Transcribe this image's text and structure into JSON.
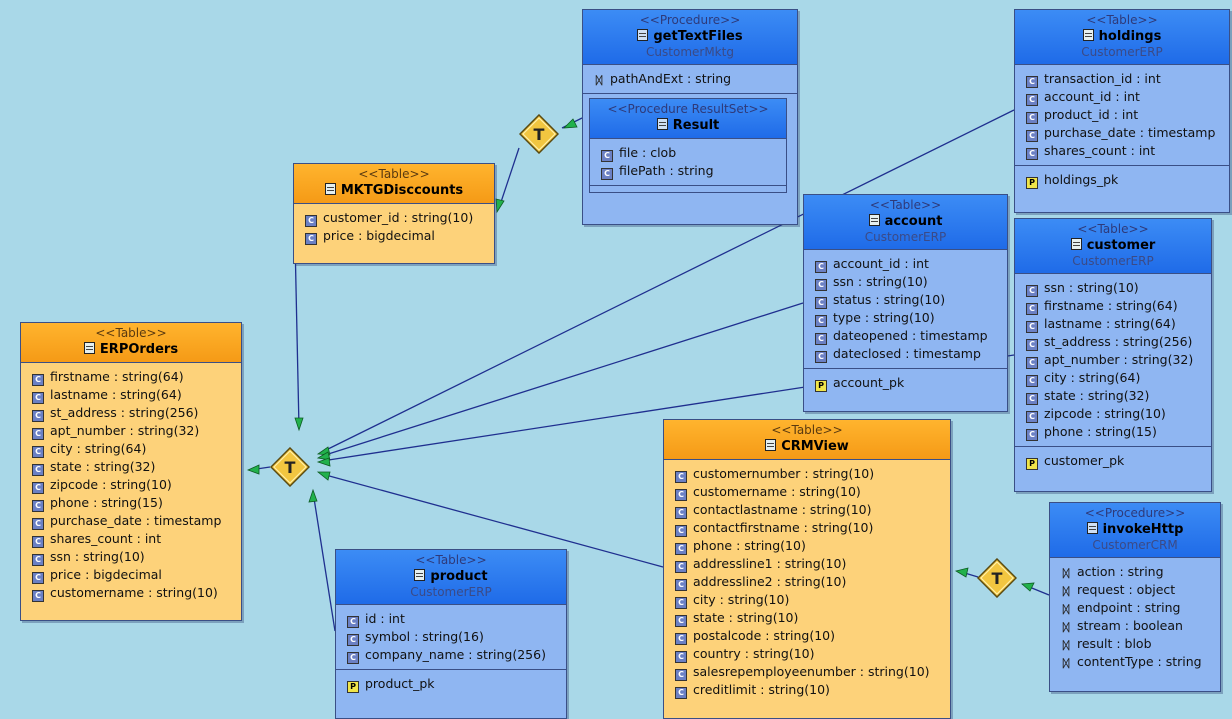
{
  "colors": {
    "background": "#a9d8e8",
    "table_blue": "#8fb6f2",
    "table_orange": "#fdd27a",
    "edge": "#1f2f8f",
    "arrow": "#22b14c",
    "transform_node": "#f2c640"
  },
  "transform_label": "T",
  "boxes": {
    "getTextFiles": {
      "stereotype": "<<Procedure>>",
      "name": "getTextFiles",
      "schema": "CustomerMktg",
      "args": [
        "pathAndExt : string"
      ],
      "resultset": {
        "stereotype": "<<Procedure ResultSet>>",
        "name": "Result",
        "columns": [
          "file : clob",
          "filePath : string"
        ]
      }
    },
    "holdings": {
      "stereotype": "<<Table>>",
      "name": "holdings",
      "schema": "CustomerERP",
      "columns": [
        "transaction_id : int",
        "account_id : int",
        "product_id : int",
        "purchase_date : timestamp",
        "shares_count : int"
      ],
      "keys": [
        "holdings_pk"
      ]
    },
    "mktg": {
      "stereotype": "<<Table>>",
      "name": "MKTGDisccounts",
      "columns": [
        "customer_id : string(10)",
        "price : bigdecimal"
      ]
    },
    "account": {
      "stereotype": "<<Table>>",
      "name": "account",
      "schema": "CustomerERP",
      "columns": [
        "account_id : int",
        "ssn : string(10)",
        "status : string(10)",
        "type : string(10)",
        "dateopened : timestamp",
        "dateclosed : timestamp"
      ],
      "keys": [
        "account_pk"
      ]
    },
    "customer": {
      "stereotype": "<<Table>>",
      "name": "customer",
      "schema": "CustomerERP",
      "columns": [
        "ssn : string(10)",
        "firstname : string(64)",
        "lastname : string(64)",
        "st_address : string(256)",
        "apt_number : string(32)",
        "city : string(64)",
        "state : string(32)",
        "zipcode : string(10)",
        "phone : string(15)"
      ],
      "keys": [
        "customer_pk"
      ]
    },
    "erporders": {
      "stereotype": "<<Table>>",
      "name": "ERPOrders",
      "columns": [
        "firstname : string(64)",
        "lastname : string(64)",
        "st_address : string(256)",
        "apt_number : string(32)",
        "city : string(64)",
        "state : string(32)",
        "zipcode : string(10)",
        "phone : string(15)",
        "purchase_date : timestamp",
        "shares_count : int",
        "ssn : string(10)",
        "price : bigdecimal",
        "customername : string(10)"
      ]
    },
    "crmview": {
      "stereotype": "<<Table>>",
      "name": "CRMView",
      "columns": [
        "customernumber : string(10)",
        "customername : string(10)",
        "contactlastname : string(10)",
        "contactfirstname : string(10)",
        "phone : string(10)",
        "addressline1 : string(10)",
        "addressline2 : string(10)",
        "city : string(10)",
        "state : string(10)",
        "postalcode : string(10)",
        "country : string(10)",
        "salesrepemployeenumber : string(10)",
        "creditlimit : string(10)"
      ]
    },
    "product": {
      "stereotype": "<<Table>>",
      "name": "product",
      "schema": "CustomerERP",
      "columns": [
        "id : int",
        "symbol : string(16)",
        "company_name : string(256)"
      ],
      "keys": [
        "product_pk"
      ]
    },
    "invokeHttp": {
      "stereotype": "<<Procedure>>",
      "name": "invokeHttp",
      "schema": "CustomerCRM",
      "args": [
        "action : string",
        "request : object",
        "endpoint : string",
        "stream : boolean",
        "result : blob",
        "contentType : string"
      ]
    }
  }
}
